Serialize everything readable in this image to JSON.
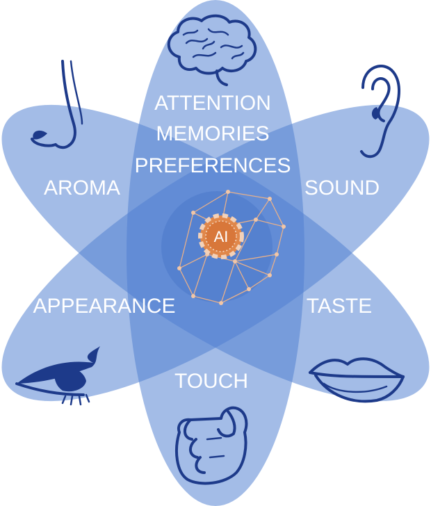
{
  "center": {
    "lines": [
      "ATTENTION",
      "MEMORIES",
      "PREFERENCES"
    ],
    "badge": "AI"
  },
  "senses": {
    "aroma": "AROMA",
    "sound": "SOUND",
    "appearance": "APPEARANCE",
    "taste": "TASTE",
    "touch": "TOUCH"
  },
  "colors": {
    "petal": "#4f7fd1",
    "icon": "#1d3a8a",
    "badge": "#e0874a"
  },
  "icons": [
    "brain-icon",
    "nose-icon",
    "ear-icon",
    "eye-icon",
    "lips-icon",
    "pointing-hand-icon",
    "ai-gear-icon"
  ]
}
